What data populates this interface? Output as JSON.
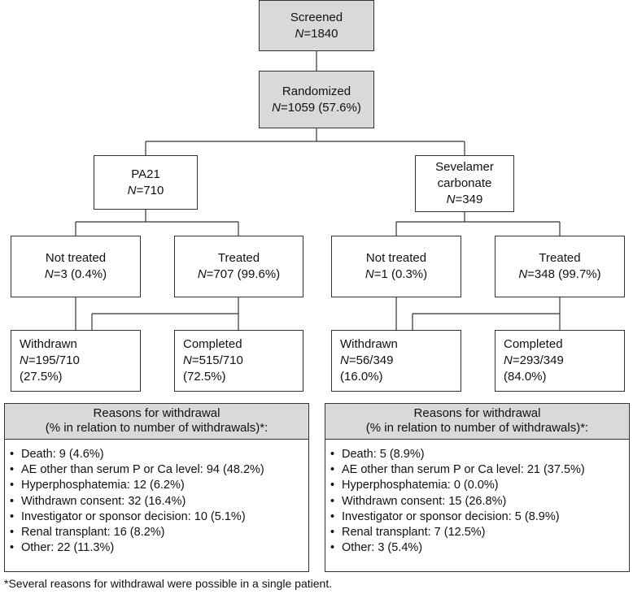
{
  "n_prefix": "N",
  "screened": {
    "label": "Screened",
    "n": "=1840"
  },
  "randomized": {
    "label": "Randomized",
    "n": "=1059 (57.6%)"
  },
  "pa21": {
    "label": "PA21",
    "n": "=710",
    "not_treated": {
      "label": "Not treated",
      "n": "=3 (0.4%)"
    },
    "treated": {
      "label": "Treated",
      "n": "=707 (99.6%)"
    },
    "withdrawn": {
      "label": "Withdrawn",
      "n": "=195/710",
      "pct": "(27.5%)"
    },
    "completed": {
      "label": "Completed",
      "n": "=515/710",
      "pct": "(72.5%)"
    },
    "reasons": {
      "title_line1": "Reasons for withdrawal",
      "title_line2": "(% in relation to number of withdrawals)*:",
      "items": [
        "Death: 9 (4.6%)",
        "AE other than serum P or Ca level: 94 (48.2%)",
        "Hyperphosphatemia: 12 (6.2%)",
        "Withdrawn consent: 32 (16.4%)",
        "Investigator or sponsor decision: 10 (5.1%)",
        "Renal transplant: 16 (8.2%)",
        "Other: 22 (11.3%)"
      ]
    }
  },
  "sevelamer": {
    "label_line1": "Sevelamer",
    "label_line2": "carbonate",
    "n": "=349",
    "not_treated": {
      "label": "Not treated",
      "n": "=1 (0.3%)"
    },
    "treated": {
      "label": "Treated",
      "n": "=348 (99.7%)"
    },
    "withdrawn": {
      "label": "Withdrawn",
      "n": "=56/349",
      "pct": "(16.0%)"
    },
    "completed": {
      "label": "Completed",
      "n": "=293/349",
      "pct": "(84.0%)"
    },
    "reasons": {
      "title_line1": "Reasons for withdrawal",
      "title_line2": "(% in relation to number of withdrawals)*:",
      "items": [
        "Death: 5 (8.9%)",
        "AE other than serum P or Ca level: 21 (37.5%)",
        "Hyperphosphatemia: 0 (0.0%)",
        "Withdrawn consent: 15 (26.8%)",
        "Investigator or sponsor decision: 5 (8.9%)",
        "Renal transplant: 7 (12.5%)",
        "Other: 3 (5.4%)"
      ]
    }
  },
  "footnote": "*Several reasons for withdrawal were possible in a single patient."
}
